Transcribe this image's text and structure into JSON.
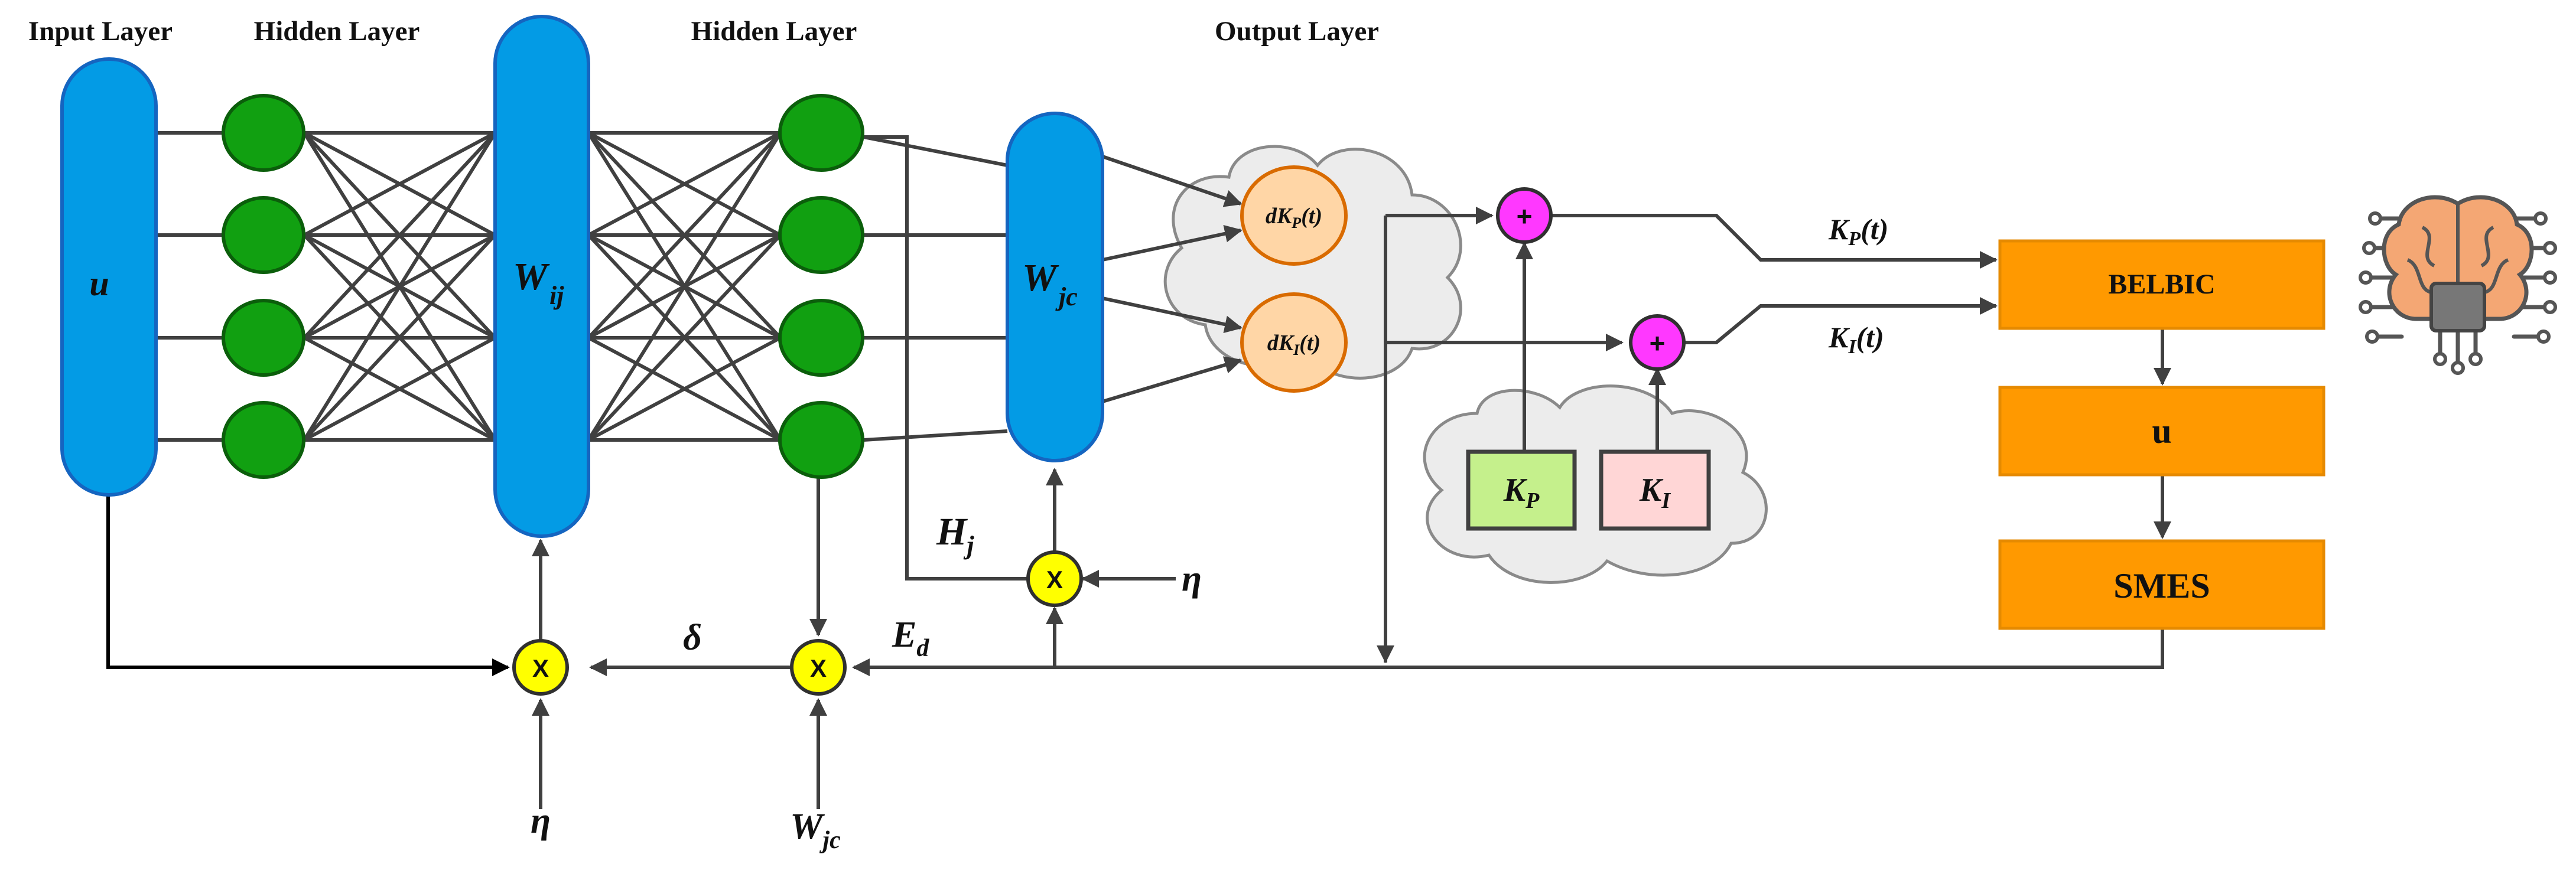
{
  "layers": {
    "input": "Input Layer",
    "hidden1": "Hidden Layer",
    "hidden2": "Hidden Layer",
    "output": "Output Layer"
  },
  "weights": {
    "input_symbol": "u",
    "wij_main": "W",
    "wij_sub": "ij",
    "wjc_main": "W",
    "wjc_sub": "jc"
  },
  "outputs": {
    "dkp_pre": "dK",
    "dkp_sub": "P",
    "dkp_post": "(t)",
    "dki_pre": "dK",
    "dki_sub": "I",
    "dki_post": "(t)"
  },
  "gains": {
    "kp_main": "K",
    "kp_sub": "P",
    "ki_main": "K",
    "ki_sub": "I",
    "kpt_main": "K",
    "kpt_sub": "P",
    "kpt_post": "(t)",
    "kit_main": "K",
    "kit_sub": "I",
    "kit_post": "(t)"
  },
  "blocks": {
    "belbic": "BELBIC",
    "u": "u",
    "smes": "SMES"
  },
  "signals": {
    "hj_main": "H",
    "hj_sub": "j",
    "ed_main": "E",
    "ed_sub": "d",
    "delta": "δ",
    "eta": "η",
    "wjc_bottom_main": "W",
    "wjc_bottom_sub": "jc"
  },
  "operators": {
    "multiply": "X",
    "plus": "+"
  },
  "icons": [
    "brain-ai-icon"
  ],
  "colors": {
    "neuron": "#11a011",
    "weight_pill": "#039be5",
    "multiplier": "#ffff00",
    "summer": "#ff38ff",
    "output_node": "#ffd6a6",
    "kp_box": "#c5f08c",
    "ki_box": "#ffd6d6",
    "control_block": "#ff9900"
  }
}
